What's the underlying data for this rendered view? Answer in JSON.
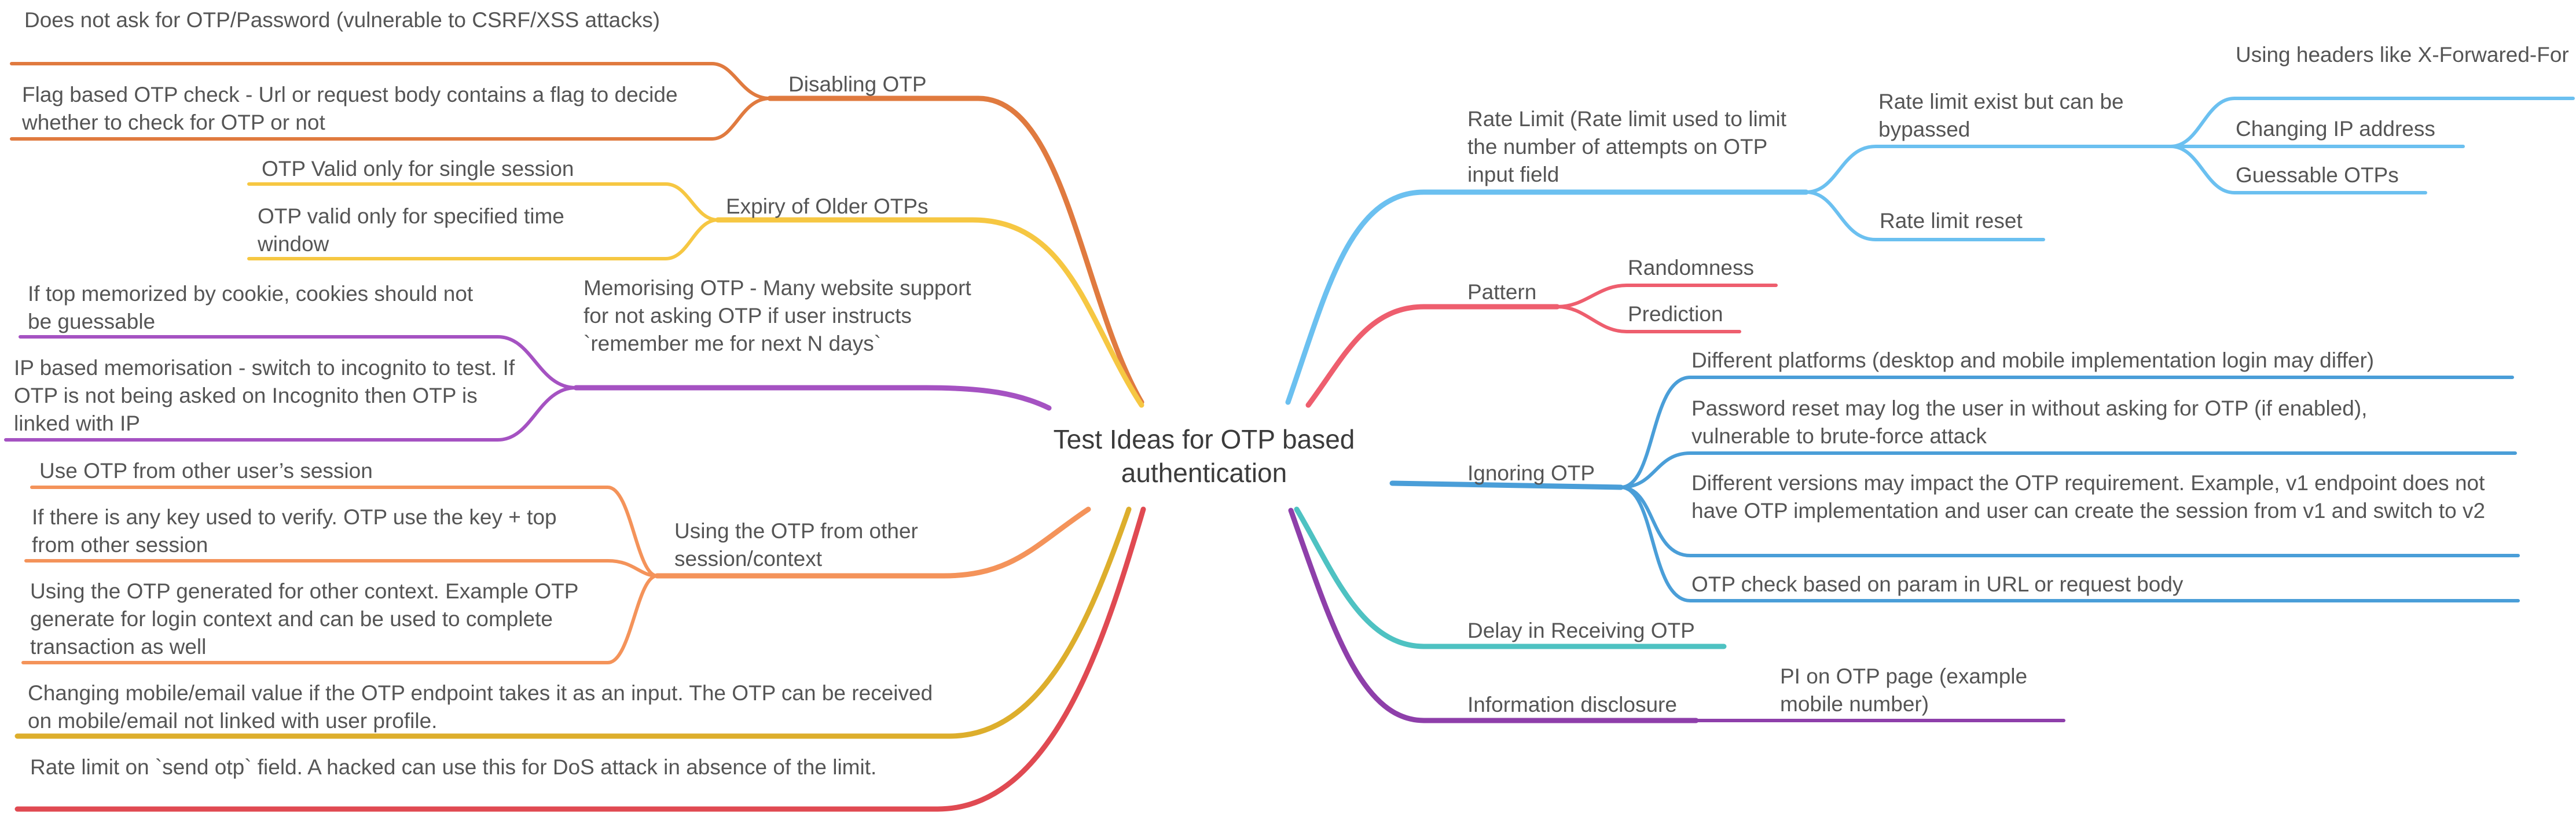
{
  "root": {
    "title": "Test Ideas for OTP based authentication"
  },
  "colors": {
    "orange_dark": "#E07A3F",
    "yellow": "#F6C742",
    "purple": "#A552C2",
    "orange_light": "#F4935A",
    "gold": "#DDAE2C",
    "red": "#E04A52",
    "sky": "#6BC0F0",
    "coral": "#EE5E6E",
    "blue": "#4A9ED8",
    "teal": "#4EC2C2",
    "violet": "#8E3FAA"
  },
  "left_branches": [
    {
      "label": "Disabling OTP",
      "children": [
        "Does not ask for OTP/Password (vulnerable to CSRF/XSS attacks)",
        "Flag based OTP check - Url or request body contains a flag to decide whether to check for OTP or not"
      ]
    },
    {
      "label": "Expiry of Older OTPs",
      "children": [
        "OTP Valid only for single session",
        "OTP valid only for specified time window"
      ]
    },
    {
      "label": "Memorising OTP - Many website support for not asking OTP if user instructs `remember me for next N days`",
      "children": [
        "If top memorized by cookie, cookies should not be guessable",
        "IP based memorisation - switch to incognito to test. If OTP is not being asked on Incognito then OTP is linked with IP"
      ]
    },
    {
      "label": "Using the OTP from other session/context",
      "children": [
        "Use OTP from other user’s session",
        "If there is any key used to verify. OTP use the key + top from other session",
        "Using the OTP generated for other context. Example OTP generate for login context and can be used to complete transaction as well"
      ]
    },
    {
      "label": "Changing mobile/email value if the OTP endpoint takes it as an input. The OTP can be received on mobile/email not linked with user profile.",
      "children": []
    },
    {
      "label": "Rate limit on `send otp` field. A hacked can use this for DoS attack in absence of the limit.",
      "children": []
    }
  ],
  "right_branches": [
    {
      "label": "Rate Limit (Rate limit used to limit the number of attempts on OTP input field",
      "children": [
        {
          "label": "Rate limit exist but can be bypassed",
          "children": [
            "Using headers like X-Forwared-For",
            "Changing IP address",
            "Guessable OTPs"
          ]
        },
        {
          "label": "Rate limit reset",
          "children": []
        }
      ]
    },
    {
      "label": "Pattern",
      "children": [
        "Randomness",
        "Prediction"
      ]
    },
    {
      "label": "Ignoring OTP",
      "children": [
        "Different platforms (desktop and mobile implementation login may differ)",
        "Password reset may log the user in without asking for OTP (if enabled), vulnerable to brute-force attack",
        "Different versions may impact the OTP requirement. Example, v1 endpoint does not have OTP implementation and user can create the session from v1 and switch to v2",
        "OTP check based on param in URL or request body"
      ]
    },
    {
      "label": "Delay in Receiving OTP",
      "children": []
    },
    {
      "label": "Information disclosure",
      "children": [
        "PI on OTP page (example mobile number)"
      ]
    }
  ]
}
